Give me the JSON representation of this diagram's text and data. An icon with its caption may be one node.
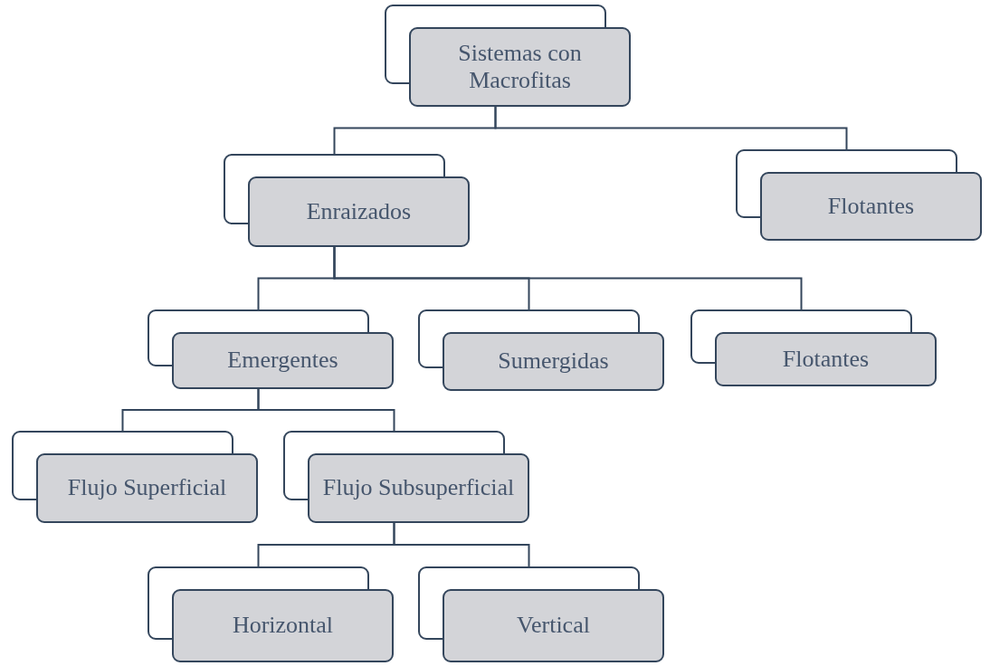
{
  "diagram": {
    "nodes": [
      {
        "text": [
          "Sistemas con Macrofitas"
        ]
      },
      {
        "text": [
          "Enraizados"
        ]
      },
      {
        "text": [
          "Flotantes"
        ]
      },
      {
        "text": [
          "Emergentes"
        ]
      },
      {
        "text": [
          "Sumergidas"
        ]
      },
      {
        "text": [
          "Flotantes"
        ]
      },
      {
        "text": [
          "Flujo Superficial"
        ]
      },
      {
        "text": [
          "Flujo Subsuperficial"
        ]
      },
      {
        "text": [
          "Horizontal"
        ]
      },
      {
        "text": [
          "Vertical"
        ]
      }
    ],
    "edges": [
      {
        "from": 0,
        "to": 1,
        "arrow": "none"
      },
      {
        "from": 0,
        "to": 2,
        "arrow": "none"
      },
      {
        "from": 1,
        "to": 3,
        "arrow": "none"
      },
      {
        "from": 1,
        "to": 4,
        "arrow": "none"
      },
      {
        "from": 1,
        "to": 5,
        "arrow": "none"
      },
      {
        "from": 3,
        "to": 6,
        "arrow": "none"
      },
      {
        "from": 3,
        "to": 7,
        "arrow": "none"
      },
      {
        "from": 7,
        "to": 8,
        "arrow": "none"
      },
      {
        "from": 7,
        "to": 9,
        "arrow": "none"
      }
    ]
  }
}
